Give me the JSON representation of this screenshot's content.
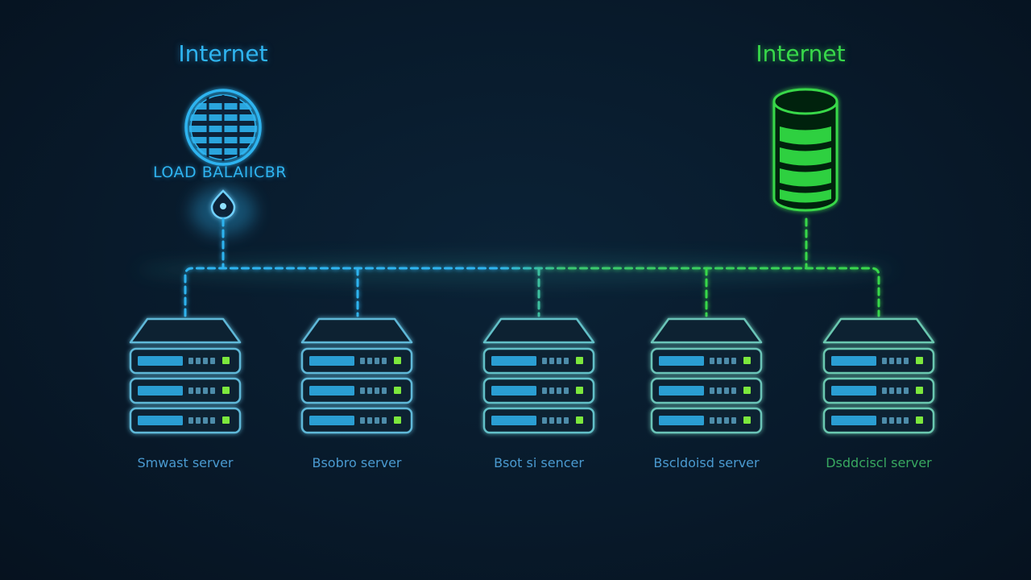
{
  "titles": {
    "left": "Internet",
    "right": "Internet"
  },
  "load_balancer_label": "LOAD BALAIICBR",
  "servers": [
    {
      "label": "Smwast server",
      "color": "#4a9ad0"
    },
    {
      "label": "Bsobro server",
      "color": "#4a9ad0"
    },
    {
      "label": "Bsot si sencer",
      "color": "#4a9ad0"
    },
    {
      "label": "Bscldoisd server",
      "color": "#4a9ad0"
    },
    {
      "label": "Dsddciscl server",
      "color": "#38a860"
    }
  ],
  "colors": {
    "blue": "#2fb4f0",
    "green": "#38d84a",
    "background": "#081a2b"
  },
  "icons": {
    "internet": "globe-icon",
    "database": "database-icon",
    "load_balancer": "location-pin-icon",
    "server": "server-rack-icon"
  }
}
